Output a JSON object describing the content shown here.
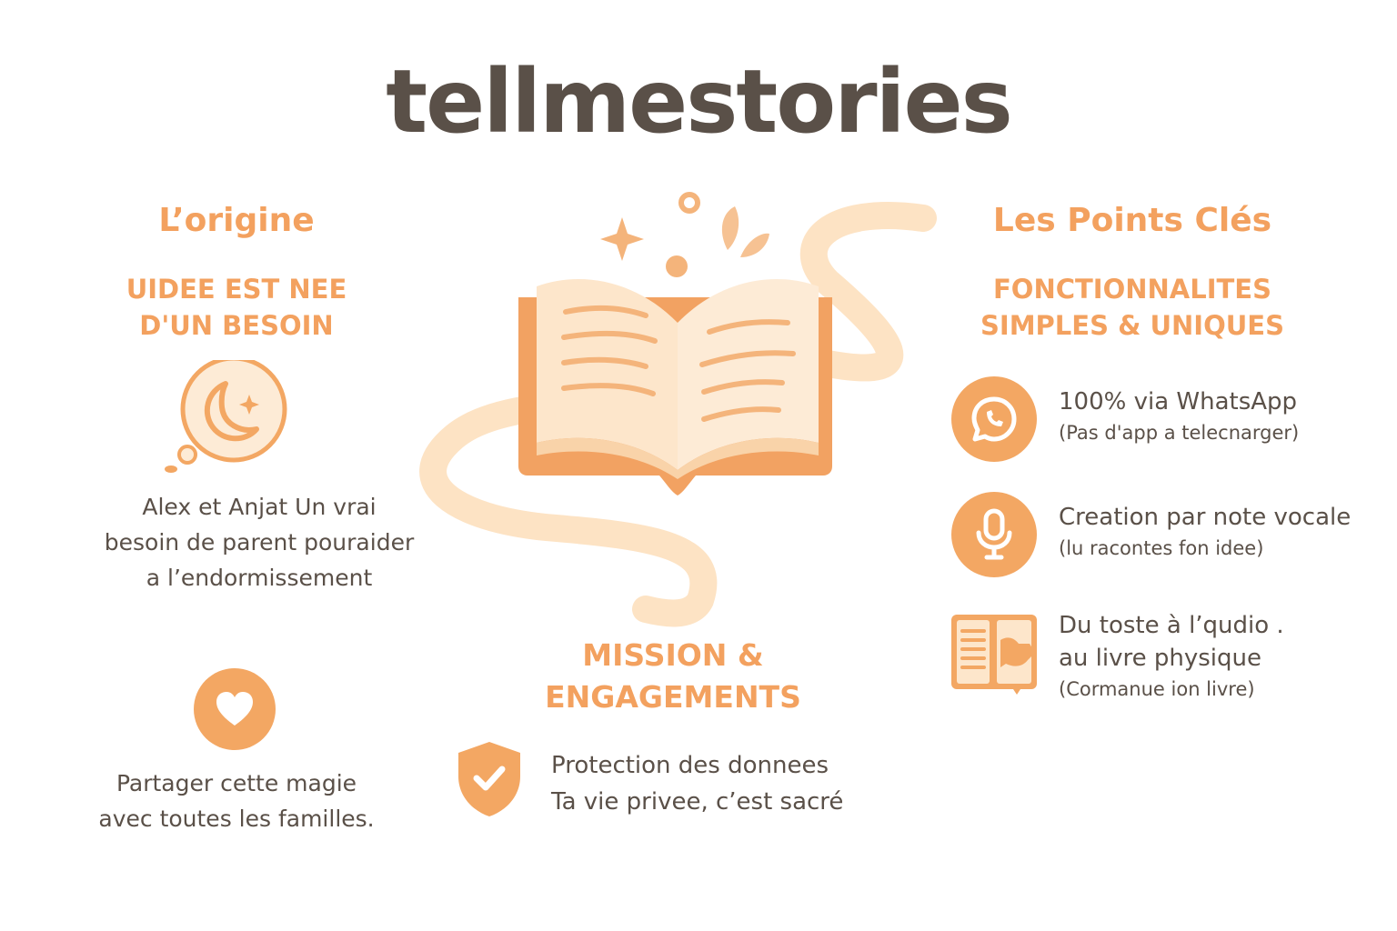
{
  "brand": {
    "name": "tellmestories"
  },
  "origin": {
    "title": "L’origine",
    "subhead_line1": "UIDEE EST NEE",
    "subhead_line2": "D'UN BESOIN",
    "icon": "moon-icon",
    "text_line1": "Alex et Anjat Un vrai",
    "text_line2": "besoin de parent pouraider",
    "text_line3": "a l’endormissement"
  },
  "share": {
    "icon": "heart-icon",
    "text_line1": "Partager cette magie",
    "text_line2": "avec toutes les familles."
  },
  "mission": {
    "title_line1": "MISSION &",
    "title_line2": "ENGAGEMENTS",
    "icon": "shield-check-icon",
    "text_line1": "Protection des donnees",
    "text_line2": "Ta vie privee, c’est sacré"
  },
  "key_points": {
    "title": "Les Points Clés",
    "subhead_line1": "FONCTIONNALITES",
    "subhead_line2": "SIMPLES & UNIQUES",
    "features": [
      {
        "icon": "whatsapp-icon",
        "title": "100% via WhatsApp",
        "sub": "(Pas d'app a telecnarger)"
      },
      {
        "icon": "microphone-icon",
        "title": "Creation par note vocale",
        "sub": "(lu racontes fon idee)"
      },
      {
        "icon": "book-audio-icon",
        "title_line1": "Du toste à l’qudio .",
        "title_line2": "au livre physique",
        "sub": "(Cormanue ion livre)"
      }
    ]
  },
  "colors": {
    "accent": "#f3a15f",
    "text": "#5a5048",
    "ribbon": "#fde3c4",
    "page": "#fdebd6"
  }
}
